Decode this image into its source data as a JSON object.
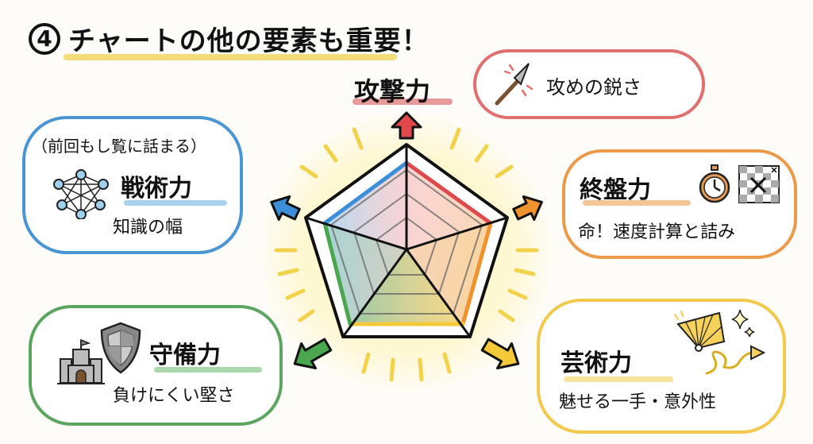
{
  "title": {
    "number": "4",
    "text": "チャートの他の要素も重要！"
  },
  "colors": {
    "attack": "#e0494b",
    "endgame": "#f0922e",
    "art": "#f5c93a",
    "defense": "#4ba650",
    "tactics": "#3b8fd9",
    "title_underline": "#f5dc7a",
    "glow": "#fff3b8"
  },
  "center_chart": {
    "shape": "pentagon radar chart",
    "axes": [
      "攻撃力",
      "終盤力",
      "芸術力",
      "守備力",
      "戦術力"
    ]
  },
  "nodes": {
    "attack": {
      "label": "攻撃力",
      "description": "攻めの鋭さ",
      "icon": "spear-icon"
    },
    "endgame": {
      "label": "終盤力",
      "description": "命！速度計算と詰み",
      "icons": [
        "stopwatch-icon",
        "checkmate-board-icon"
      ]
    },
    "art": {
      "label": "芸術力",
      "description": "魅せる一手・意外性",
      "icons": [
        "folding-fan-icon",
        "sparkle-icon",
        "curly-arrow-icon"
      ]
    },
    "defense": {
      "label": "守備力",
      "description": "負けにくい堅さ",
      "icons": [
        "castle-icon",
        "shield-icon"
      ]
    },
    "tactics": {
      "note": "（前回もし覧に話まる）",
      "label": "戦術力",
      "description": "知識の幅",
      "icon": "network-icon"
    }
  }
}
